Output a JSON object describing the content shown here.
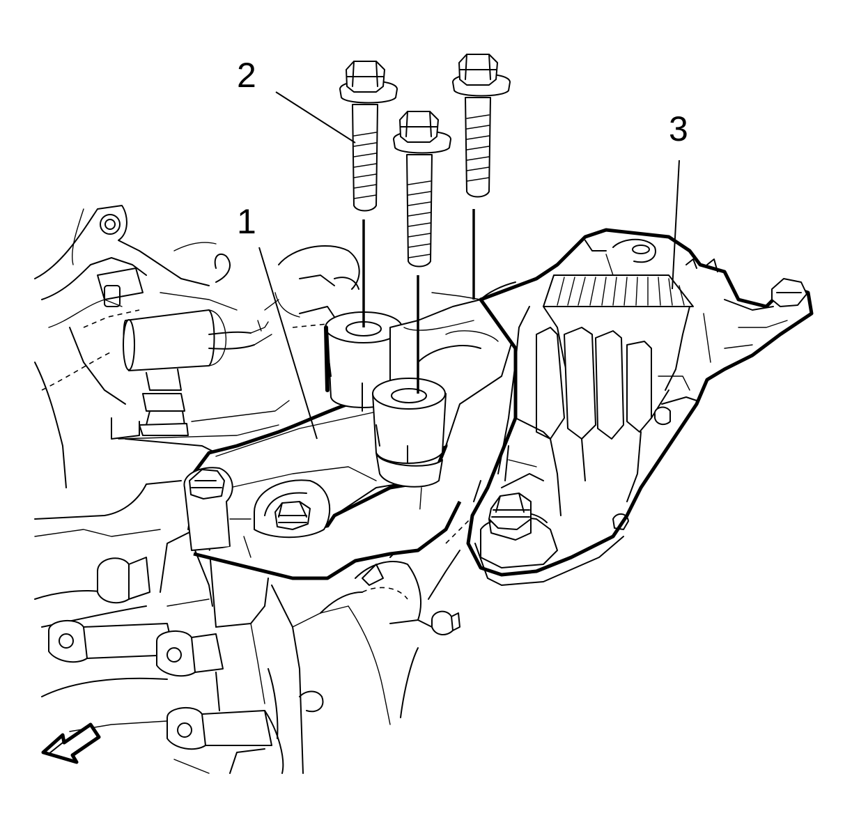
{
  "diagram": {
    "callouts": [
      {
        "id": "1",
        "label": "1"
      },
      {
        "id": "2",
        "label": "2"
      },
      {
        "id": "3",
        "label": "3"
      }
    ],
    "direction_indicator": "front-arrow-icon"
  }
}
